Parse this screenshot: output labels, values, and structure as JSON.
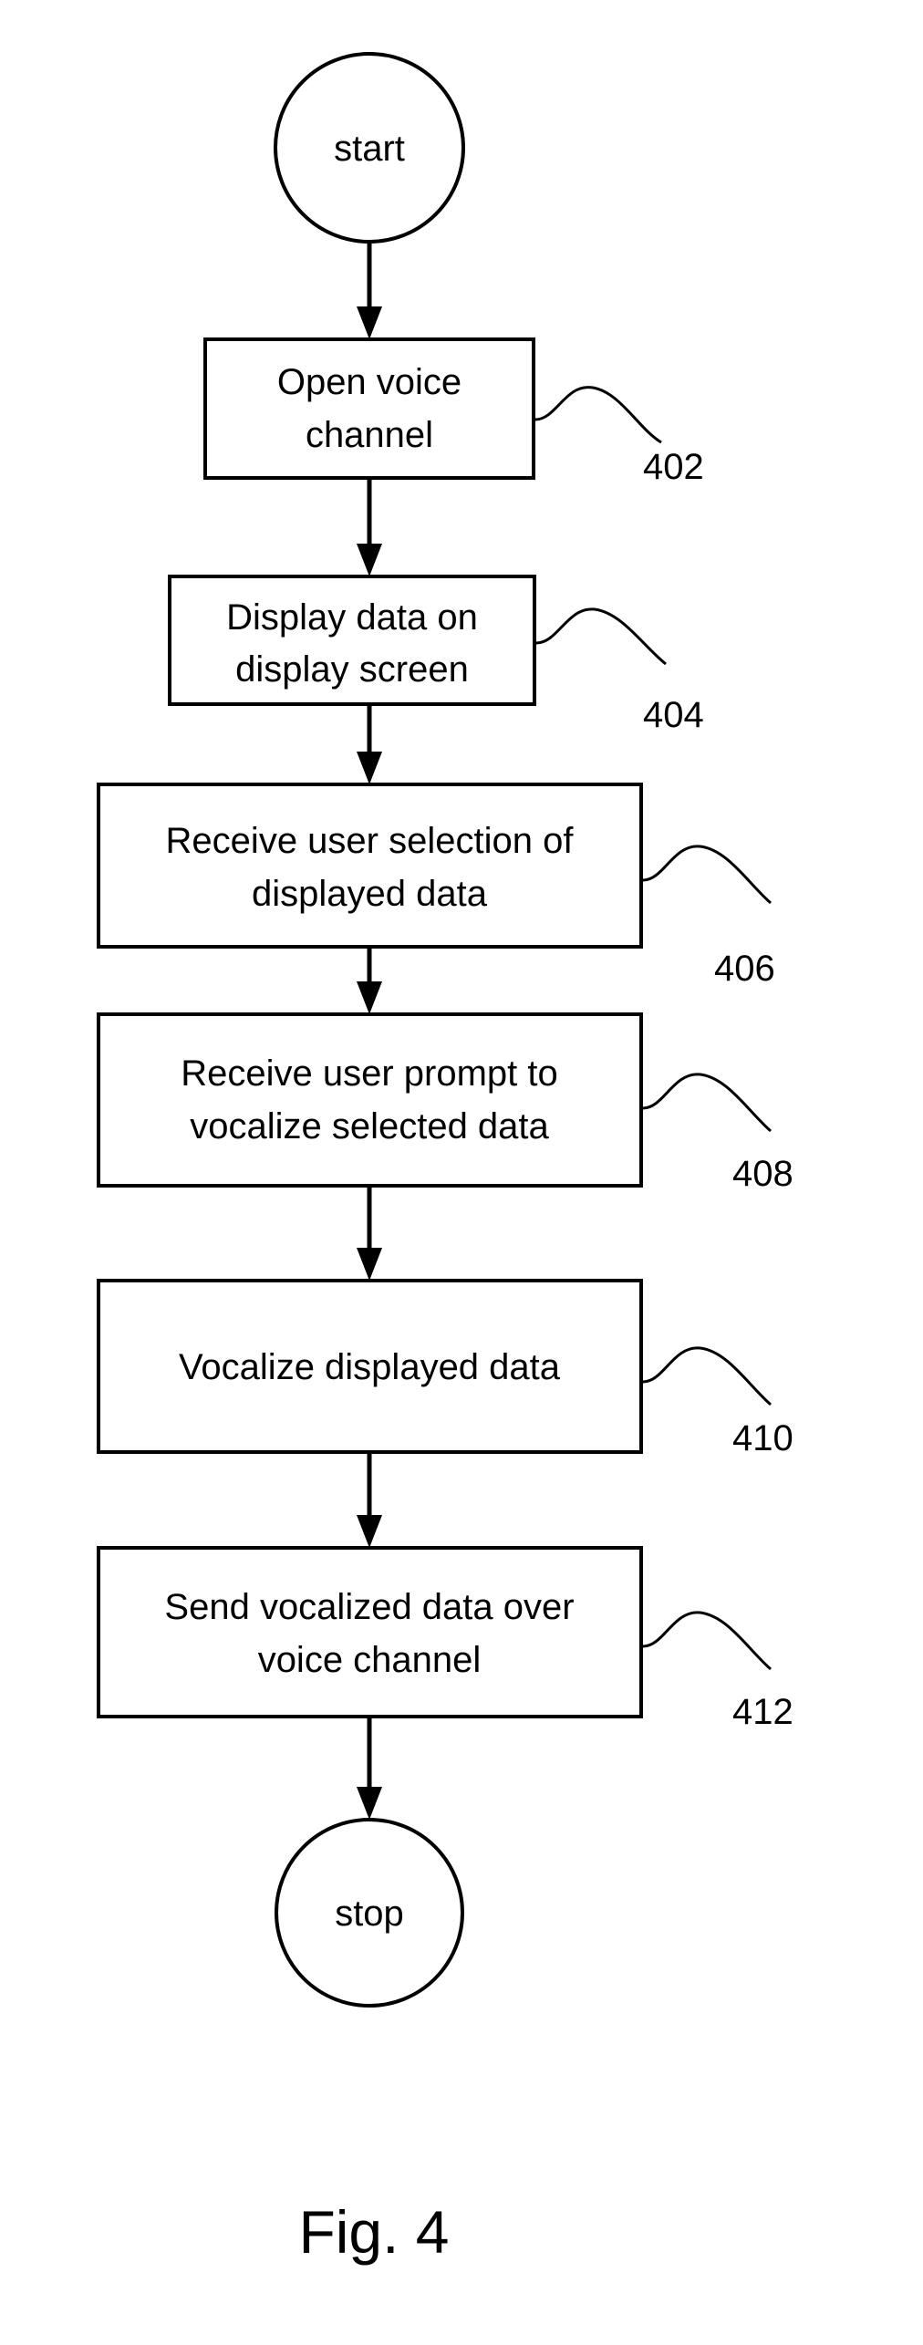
{
  "diagram": {
    "start_label": "start",
    "stop_label": "stop",
    "figure_label": "Fig. 4",
    "steps": [
      {
        "ref": "402",
        "line1": "Open voice",
        "line2": "channel"
      },
      {
        "ref": "404",
        "line1": "Display data on",
        "line2": "display screen"
      },
      {
        "ref": "406",
        "line1": "Receive user selection of",
        "line2": "displayed data"
      },
      {
        "ref": "408",
        "line1": "Receive user prompt to",
        "line2": "vocalize selected data"
      },
      {
        "ref": "410",
        "line1": "Vocalize displayed data",
        "line2": ""
      },
      {
        "ref": "412",
        "line1": "Send vocalized data over",
        "line2": "voice channel"
      }
    ]
  }
}
